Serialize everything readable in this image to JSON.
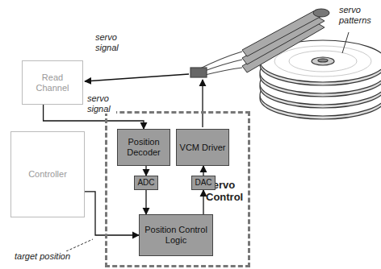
{
  "diagram": {
    "nodes": [
      {
        "text": [
          "Read Channel"
        ]
      },
      {
        "text": [
          "Controller"
        ]
      },
      {
        "text": [
          "Servo Control"
        ]
      },
      {
        "text": [
          "Position Decoder"
        ],
        "in": 2
      },
      {
        "text": [
          "VCM Driver"
        ],
        "in": 2
      },
      {
        "text": [
          "ADC"
        ],
        "in": 2
      },
      {
        "text": [
          "DAC"
        ],
        "in": 2
      },
      {
        "text": [
          "Position Control Logic"
        ],
        "in": 2
      }
    ],
    "edges": [
      {
        "from": 0,
        "to": 3,
        "arrow": "to",
        "label": "servo signal"
      },
      {
        "from": 3,
        "to": 5,
        "arrow": "to"
      },
      {
        "from": 5,
        "to": 7,
        "arrow": "to"
      },
      {
        "from": 7,
        "to": 6,
        "arrow": "to"
      },
      {
        "from": 6,
        "to": 4,
        "arrow": "to"
      },
      {
        "from": 1,
        "to": 7,
        "arrow": "to",
        "label": "target position"
      }
    ],
    "labels": [
      "servo signal",
      "servo patterns"
    ]
  }
}
